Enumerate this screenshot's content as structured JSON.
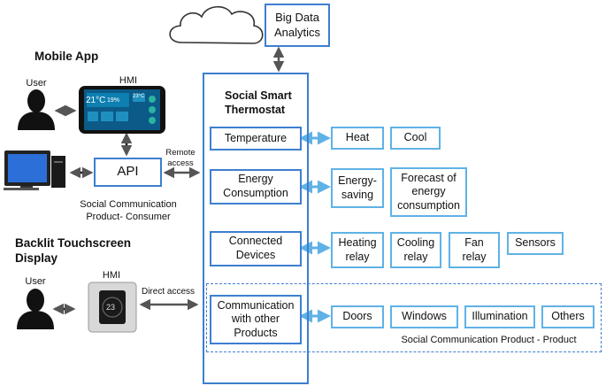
{
  "cloud_box": "Big Data\nAnalytics",
  "main_title": "Social Smart\nThermostat",
  "left": {
    "mobile_app_title": "Mobile App",
    "hmi_label_top": "HMI",
    "user_label_top": "User",
    "api_label": "API",
    "remote_access": "Remote\naccess",
    "social_comm_consumer": "Social Communication\nProduct- Consumer",
    "backlit_title": "Backlit Touchscreen\nDisplay",
    "user_label_bottom": "User",
    "hmi_label_bottom": "HMI",
    "direct_access": "Direct access",
    "phone_screen": {
      "temp": "21°C",
      "humidity": "19%",
      "setpoint": "23°C"
    },
    "thermostat_screen": {
      "value": "23"
    }
  },
  "rows": [
    {
      "category": "Temperature",
      "items": [
        "Heat",
        "Cool"
      ]
    },
    {
      "category": "Energy\nConsumption",
      "items": [
        "Energy-\nsaving",
        "Forecast of\nenergy\nconsumption"
      ]
    },
    {
      "category": "Connected\nDevices",
      "items": [
        "Heating\nrelay",
        "Cooling\nrelay",
        "Fan\nrelay",
        "Sensors"
      ]
    },
    {
      "category": "Communication\nwith other\nProducts",
      "items": [
        "Doors",
        "Windows",
        "Illumination",
        "Others"
      ]
    }
  ],
  "social_comm_product": "Social Communication  Product - Product",
  "colors": {
    "box_border": "#3d7fd0",
    "item_border": "#5fb2e6",
    "arrow": "#555555",
    "blue_arrow": "#5fb2e6"
  }
}
